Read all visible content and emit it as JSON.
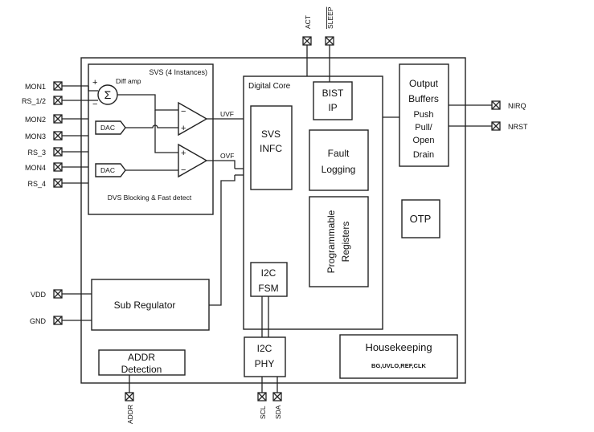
{
  "svs": {
    "title": "SVS (4 Instances)",
    "diff_amp": "Diff amp",
    "sigma": "Σ",
    "plus": "+",
    "minus": "−",
    "dac1": "DAC",
    "dac2": "DAC",
    "footer": "DVS Blocking  & Fast detect",
    "uvf": "UVF",
    "ovf": "OVF"
  },
  "left_pins": [
    "MON1",
    "RS_1/2",
    "MON2",
    "MON3",
    "RS_3",
    "MON4",
    "RS_4",
    "VDD",
    "GND"
  ],
  "top_pins": [
    "ACT",
    "SLEEP"
  ],
  "right_pins": [
    "NIRQ",
    "NRST"
  ],
  "bottom_pins": [
    "ADDR",
    "SCL",
    "SDA"
  ],
  "digital_core": {
    "title": "Digital Core",
    "svs_infc": [
      "SVS",
      "INFC"
    ],
    "bist": [
      "BIST",
      "IP"
    ],
    "fault": [
      "Fault",
      "Logging"
    ],
    "prog_regs": [
      "Programmable",
      "Registers"
    ],
    "i2c_fsm": [
      "I2C",
      "FSM"
    ]
  },
  "output_buffers": [
    "Output",
    "Buffers",
    "Push",
    "Pull/",
    "Open",
    "Drain"
  ],
  "otp": "OTP",
  "sub_regulator": "Sub Regulator",
  "addr_detection": [
    "ADDR",
    "Detection"
  ],
  "i2c_phy": [
    "I2C",
    "PHY"
  ],
  "housekeeping": {
    "title": "Housekeeping",
    "subtitle": "BG,UVLO,REF,CLK"
  }
}
